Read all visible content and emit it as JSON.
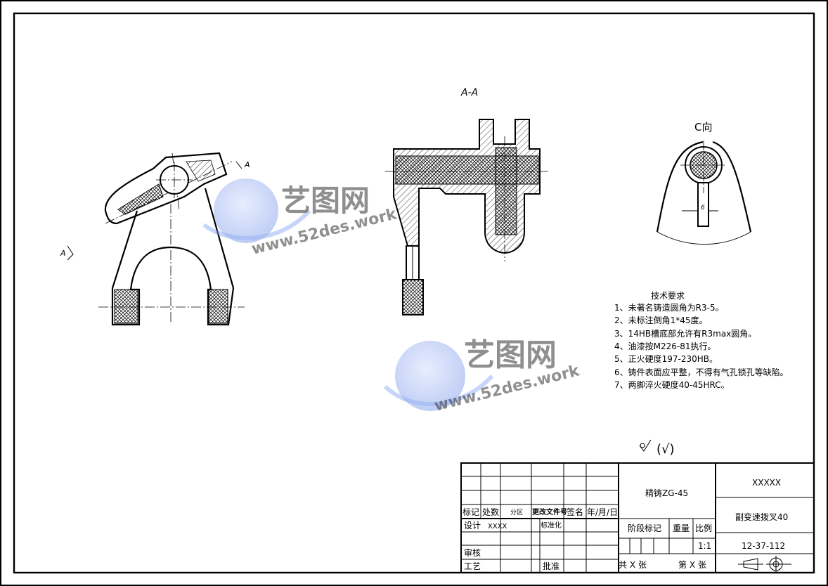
{
  "views": {
    "section_title": "A-A",
    "view_c_title": "C向",
    "section_mark": "A",
    "dim_c_view": "6"
  },
  "tech_requirements": {
    "title": "技术要求",
    "items": [
      "1、未著名铸造圆角为R3-5。",
      "2、未标注倒角1*45度。",
      "3、14HB槽底部允许有R3max圆角。",
      "4、油漆按M226-81执行。",
      "5、正火硬度197-230HB。",
      "6、铸件表面应平整，不得有气孔锁孔等缺陷。",
      "7、两脚淬火硬度40-45HRC。"
    ]
  },
  "roughness_note": "(√)",
  "watermark": {
    "brand": "艺图网",
    "url": "www.52des.work"
  },
  "title_block": {
    "material": "精铸ZG-45",
    "company": "XXXXX",
    "part_name": "副变速拨叉40",
    "drawing_no": "12-37-112",
    "headers": {
      "mark": "标记",
      "count": "处数",
      "zone": "分区",
      "change_doc": "更改文件号",
      "signature": "签名",
      "date": "年/月/日"
    },
    "design": "设计",
    "designer": "XXXX",
    "standardize": "标准化",
    "review": "审核",
    "process": "工艺",
    "approve": "批准",
    "stage_mark": "阶段标记",
    "weight": "重量",
    "scale": "比例",
    "scale_value": "1:1",
    "total": "共 X 张",
    "sheet": "第 X 张"
  }
}
